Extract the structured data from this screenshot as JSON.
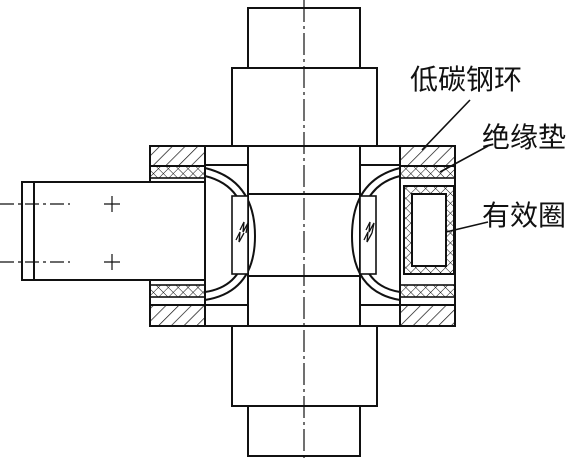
{
  "labels": {
    "low_carbon_steel_ring": "低碳钢环",
    "insulation_pad": "绝缘垫",
    "effective_coil": "有效圈"
  },
  "colors": {
    "line": "#111111",
    "background": "#ffffff"
  }
}
